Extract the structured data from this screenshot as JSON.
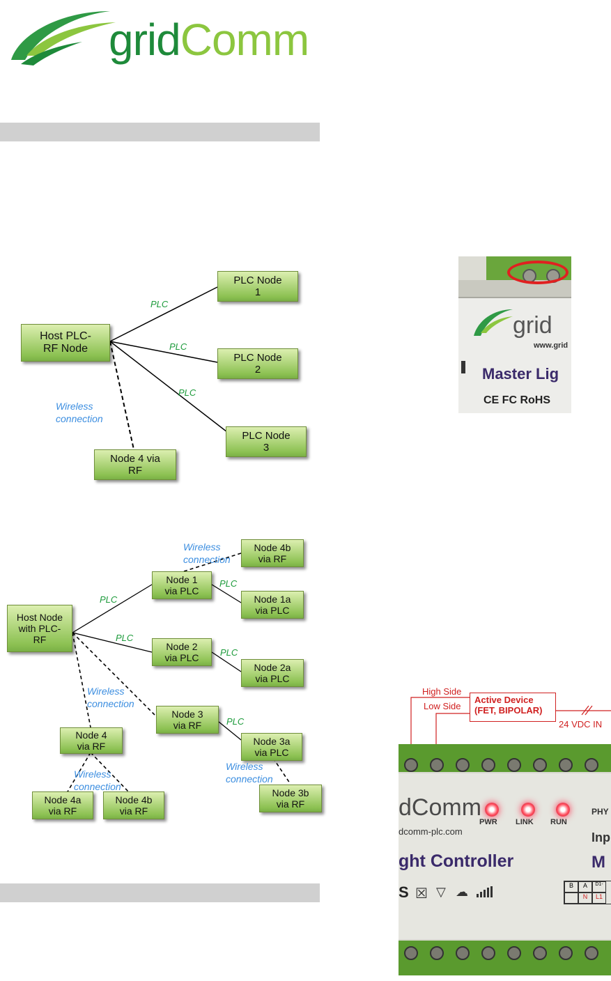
{
  "logo": {
    "text_grid": "grid",
    "text_comm": "Comm",
    "colors": {
      "green_dark": "#1e8a3a",
      "green_light": "#8cc63f"
    }
  },
  "diagram1": {
    "host": "Host PLC-\nRF Node",
    "nodes": [
      "PLC Node\n1",
      "PLC Node\n2",
      "PLC Node\n3",
      "Node 4 via\nRF"
    ],
    "plc_labels": [
      "PLC",
      "PLC",
      "PLC"
    ],
    "wireless_label": "Wireless\nconnection"
  },
  "diagram2": {
    "host": "Host Node\nwith PLC-\nRF",
    "node1": "Node 1\nvia PLC",
    "node2": "Node 2\nvia PLC",
    "node3": "Node 3\nvia RF",
    "node4": "Node 4\nvia RF",
    "node1a": "Node 1a\nvia PLC",
    "node2a": "Node 2a\nvia PLC",
    "node3a": "Node 3a\nvia PLC",
    "node3b": "Node 3b\nvia RF",
    "node4a": "Node 4a\nvia RF",
    "node4b_top": "Node 4b\nvia RF",
    "node4b_bottom": "Node 4b\nvia RF",
    "plc_labels": [
      "PLC",
      "PLC",
      "PLC",
      "PLC",
      "PLC"
    ],
    "wireless_labels": [
      "Wireless\nconnection",
      "Wireless\nconnection",
      "Wireless\nconnection",
      "Wireless\nconnection"
    ]
  },
  "photo1": {
    "brand": "grid",
    "url": "www.grid",
    "title": "Master Lig",
    "marks": "CE FC RoHS"
  },
  "photo2": {
    "high_side": "High Side",
    "low_side": "Low Side",
    "active_device_line1": "Active Device",
    "active_device_line2": "(FET, BIPOLAR)",
    "vdc": "24 VDC IN",
    "brand": "dComm",
    "url": "dcomm-plc.com",
    "title": "ght Controller",
    "leds": [
      "PWR",
      "LINK",
      "RUN"
    ],
    "right_text": [
      "PHY",
      "Inp",
      "M"
    ],
    "terminal_table": [
      "B",
      "A",
      "D1-",
      "N",
      "L1"
    ],
    "symbols": "S"
  }
}
